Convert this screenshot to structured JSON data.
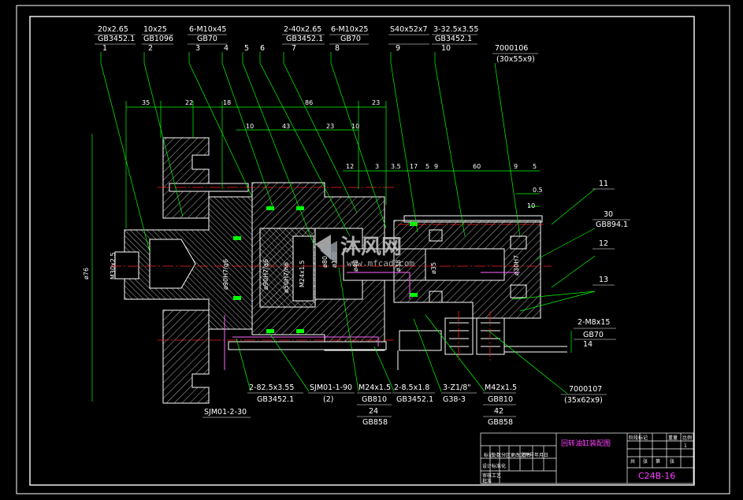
{
  "colors": {
    "background": "#000000",
    "frame": "#ffffff",
    "part": "#ffffff",
    "centerline": "#ff2020",
    "leader": "#00ff00",
    "seal": "#00ff00",
    "pink": "#ff66ff",
    "titleText": "#ff40ff"
  },
  "top_callouts": [
    {
      "spec": "20x2.65",
      "std": "GB3452.1",
      "num": "1"
    },
    {
      "spec": "10x25",
      "std": "GB1096",
      "num": "2"
    },
    {
      "spec": "6-M10x45",
      "std": "GB70",
      "num": "3"
    },
    {
      "spec": "",
      "std": "",
      "num": "4"
    },
    {
      "spec": "",
      "std": "",
      "num": "5"
    },
    {
      "spec": "",
      "std": "",
      "num": "6"
    },
    {
      "spec": "2-40x2.65",
      "std": "GB3452.1",
      "num": "7"
    },
    {
      "spec": "6-M10x25",
      "std": "GB70",
      "num": "8"
    },
    {
      "spec": "S40x52x7",
      "std": "",
      "num": "9"
    },
    {
      "spec": "3-32.5x3.55",
      "std": "GB3452.1",
      "num": "10"
    },
    {
      "spec": "7000106",
      "std": "(30x55x9)",
      "num": ""
    }
  ],
  "right_callouts": [
    {
      "spec": "",
      "std": "",
      "num": "11"
    },
    {
      "spec": "30",
      "std": "GB894.1",
      "num": ""
    },
    {
      "spec": "",
      "std": "",
      "num": "12"
    },
    {
      "spec": "",
      "std": "",
      "num": "13"
    },
    {
      "spec": "2-M8x15",
      "std": "GB70",
      "num": "14"
    },
    {
      "spec": "7000107",
      "std": "(35x62x9)",
      "num": ""
    }
  ],
  "bottom_callouts": [
    {
      "spec": "2-82.5x3.55",
      "std": "GB3452.1",
      "num": ""
    },
    {
      "spec": "SJM01-2-30",
      "std": "",
      "num": ""
    },
    {
      "spec": "SJM01-1-90",
      "std": "(2)",
      "num": ""
    },
    {
      "spec": "M24x1.5",
      "std": "GB810",
      "num": "24"
    },
    {
      "spec": "GB858",
      "std": "",
      "num": ""
    },
    {
      "spec": "2-8.5x1.8",
      "std": "GB3452.1",
      "num": ""
    },
    {
      "spec": "3-Z1/8\"",
      "std": "G38-3",
      "num": ""
    },
    {
      "spec": "M42x1.5",
      "std": "GB810",
      "num": "42"
    },
    {
      "spec": "GB858",
      "std": "",
      "num": ""
    }
  ],
  "dimensions_top": [
    "35",
    "22",
    "18",
    "86",
    "23",
    "10",
    "43",
    "23",
    "10",
    "12",
    "3",
    "3.5",
    "17",
    "5",
    "9",
    "60",
    "9",
    "5",
    "0.5",
    "10"
  ],
  "dimensions_inner": [
    "M30x2.5",
    "ø76",
    "ø90H7/g6",
    "ø90H7/g6",
    "ø50H7/h6",
    "M24x1.5",
    "ø80",
    "ø48",
    "ø38",
    "ø35",
    "ø30H7",
    "ø100"
  ],
  "title_block": {
    "drawing_title": "回转油缸装配图",
    "drawing_no": "C24B-16",
    "cells": [
      "标记",
      "处数",
      "分区",
      "更改文件号",
      "签名",
      "年月日",
      "设计",
      "标准化",
      "审核",
      "工艺",
      "批准",
      "阶段标记",
      "重量",
      "比例",
      "1",
      "共",
      "张",
      "第",
      "张"
    ]
  },
  "watermark": {
    "brand": "沐风网",
    "site": "www.mfcad.com"
  }
}
